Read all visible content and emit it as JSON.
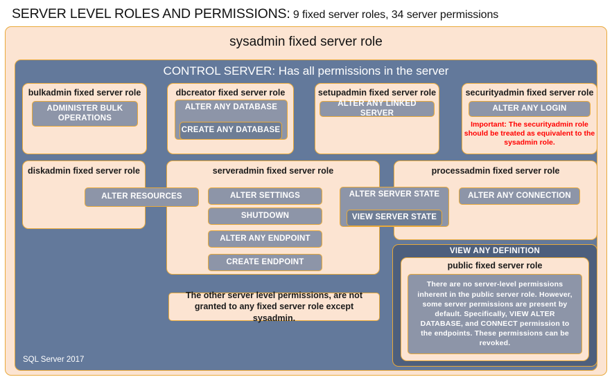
{
  "title": {
    "main": "SERVER LEVEL ROLES AND PERMISSIONS:",
    "sub": " 9 fixed server roles, 34 server permissions"
  },
  "sysadmin": {
    "label": "sysadmin fixed server role"
  },
  "control_server": {
    "label": "CONTROL SERVER: Has all permissions in the server"
  },
  "roles": {
    "bulkadmin": {
      "title": "bulkadmin fixed server role",
      "permissions": [
        "ADMINISTER  BULK OPERATIONS"
      ]
    },
    "dbcreator": {
      "title": "dbcreator fixed server role",
      "permissions": [
        "ALTER ANY DATABASE",
        "CREATE  ANY DATABASE"
      ]
    },
    "setupadmin": {
      "title": "setupadmin fixed server role",
      "permissions": [
        "ALTER ANY LINKED SERVER"
      ]
    },
    "securityadmin": {
      "title": "securityadmin fixed server role",
      "permissions": [
        "ALTER ANY LOGIN"
      ],
      "warning": "Important:  The securityadmin role should  be treated as equivalent to the sysadmin role."
    },
    "diskadmin": {
      "title": "diskadmin fixed server role",
      "permissions": [
        "ALTER RESOURCES"
      ]
    },
    "serveradmin": {
      "title": "serveradmin fixed server role",
      "permissions": [
        "ALTER SETTINGS",
        "SHUTDOWN",
        "ALTER ANY ENDPOINT",
        "CREATE  ENDPOINT"
      ]
    },
    "server_state": {
      "permissions": [
        "ALTER SERVER  STATE",
        "VIEW SERVER  STATE"
      ]
    },
    "processadmin": {
      "title": "processadmin fixed server role",
      "permissions": [
        "ALTER ANY CONNECTION"
      ]
    },
    "public": {
      "band_label": "VIEW ANY DEFINITION",
      "title": "public  fixed server role",
      "description": "There are no server-level permissions inherent in the public server role. However, some server permissions are present by default. Specifically, VIEW ALTER DATABASE, and CONNECT permission to the endpoints. These permissions can be revoked."
    }
  },
  "notes": {
    "other_permissions": "The other server level permissions,  are not granted to any fixed server role except sysadmin."
  },
  "footer": {
    "label": "SQL Server 2017"
  },
  "colors": {
    "panel_fill": "#fce4d2",
    "panel_border": "#e8a93a",
    "band_fill": "#63799b",
    "band_dark_fill": "#4d5f7d",
    "permission_fill": "#8d95a8",
    "permission_dark_fill": "#6e7d95",
    "warning_text": "#ff0000",
    "background": "#ffffff"
  }
}
